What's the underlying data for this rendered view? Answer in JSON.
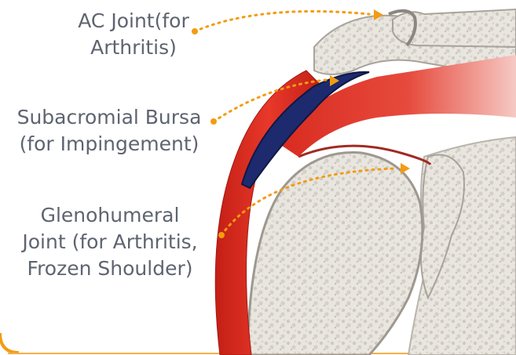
{
  "colors": {
    "text": "#5e6470",
    "pointer": "#f39c12",
    "muscle": "#d8261c",
    "bursa": "#1d2a6e",
    "bone": "#e8e5df",
    "border": "#f39c12"
  },
  "labels": {
    "ac_joint": {
      "line1": "AC Joint(for",
      "line2": "Arthritis)"
    },
    "subacromial": {
      "line1": "Subacromial Bursa",
      "line2": "(for Impingement)"
    },
    "glenohumeral": {
      "line1": "Glenohumeral",
      "line2": "Joint (for Arthritis,",
      "line3": "Frozen Shoulder)"
    }
  }
}
